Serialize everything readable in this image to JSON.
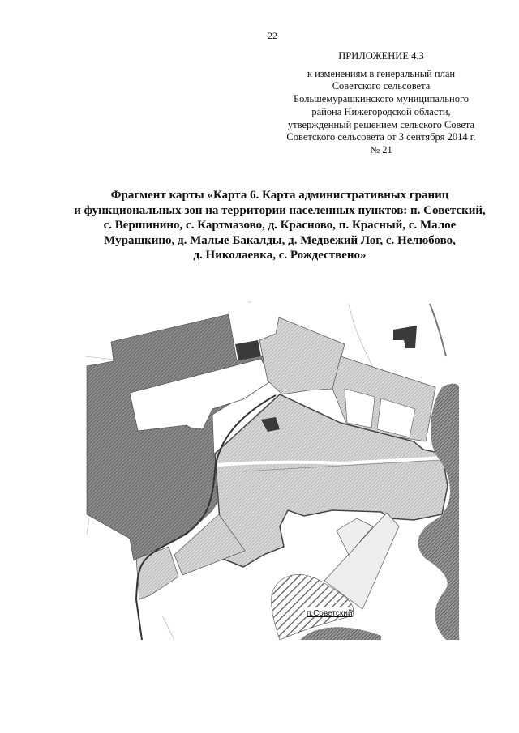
{
  "page_number": "22",
  "appendix": {
    "heading": "ПРИЛОЖЕНИЕ 4.3",
    "lines": [
      "к изменениям в генеральный план",
      "Советского сельсовета",
      "Большемурашкинского муниципального",
      "района Нижегородской области,",
      "утвержденный решением сельского Совета",
      "Советского сельсовета от 3 сентября 2014 г.",
      "№ 21"
    ]
  },
  "title": {
    "lines": [
      "Фрагмент карты «Карта 6. Карта административных границ",
      "и функциональных зон на территории населенных пунктов: п. Советский,",
      "с. Вершинино, с. Картмазово, д. Красново, п. Красный, с. Малое",
      "Мурашкино, д. Малые Бакалды, д. Медвежий Лог, с. Нелюбово,",
      "д. Николаевка, с. Рождествено»"
    ]
  },
  "map": {
    "settlement_label": "п.Советский",
    "colors": {
      "industrial": "#7a7a7a",
      "residential": "#bdbdbd",
      "water": "#6e6e6e",
      "building": "#333333"
    }
  }
}
